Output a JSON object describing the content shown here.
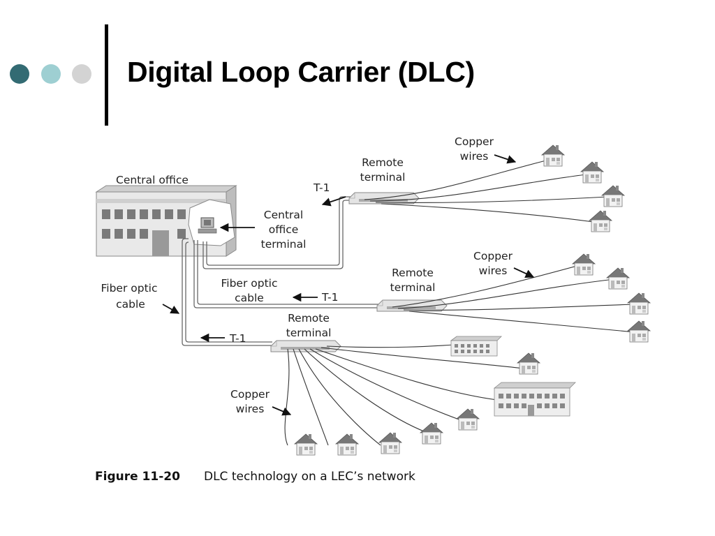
{
  "slide": {
    "title": "Digital Loop Carrier (DLC)",
    "dot_colors": [
      "#336b73",
      "#9ecfd2",
      "#d3d3d3"
    ]
  },
  "diagram": {
    "labels": {
      "central_office": "Central office",
      "central_office_terminal": [
        "Central",
        "office",
        "terminal"
      ],
      "fiber_optic_cable_left": [
        "Fiber optic",
        "cable"
      ],
      "fiber_optic_cable_mid": [
        "Fiber optic",
        "cable"
      ],
      "remote_terminal_top": [
        "Remote",
        "terminal"
      ],
      "remote_terminal_mid": [
        "Remote",
        "terminal"
      ],
      "remote_terminal_bottom": [
        "Remote",
        "terminal"
      ],
      "copper_wires_top": [
        "Copper",
        "wires"
      ],
      "copper_wires_mid": [
        "Copper",
        "wires"
      ],
      "copper_wires_bottom": [
        "Copper",
        "wires"
      ],
      "t1_top": "T-1",
      "t1_mid": "T-1",
      "t1_bottom": "T-1"
    },
    "caption": {
      "number": "Figure 11-20",
      "text": "DLC technology on a LEC’s network"
    }
  }
}
